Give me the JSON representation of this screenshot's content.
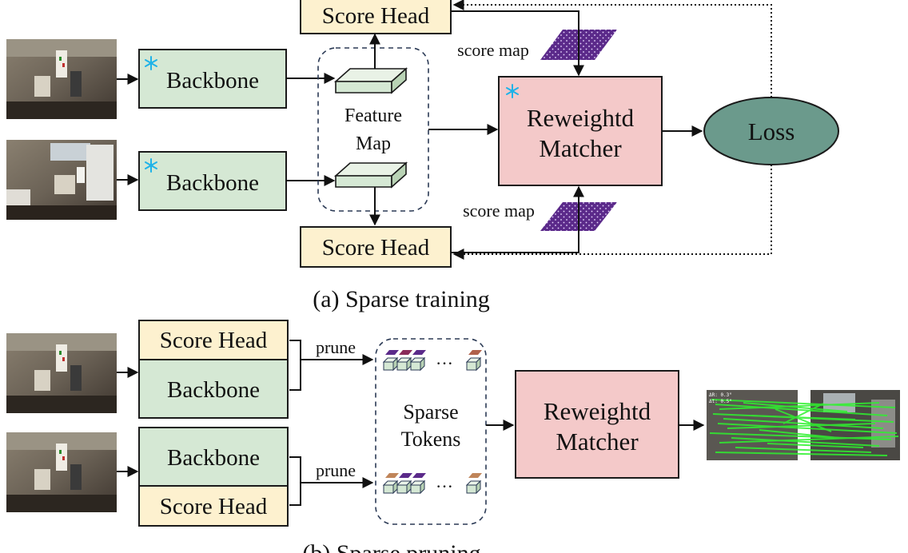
{
  "labels": {
    "backbone": "Backbone",
    "score_head": "Score Head",
    "feature_map_line1": "Feature",
    "feature_map_line2": "Map",
    "score_map": "score map",
    "matcher_line1": "Reweightd",
    "matcher_line2": "Matcher",
    "loss": "Loss",
    "prune": "prune",
    "sparse_line1": "Sparse",
    "sparse_line2": "Tokens",
    "ellipsis": "···",
    "match_overlay_a": "ΔR: 0.3°",
    "match_overlay_b": "Δt: 0.5°"
  },
  "captions": {
    "a": "(a) Sparse training",
    "b": "(b) Sparse pruning"
  },
  "colors": {
    "backbone": "#d5e8d4",
    "score_head": "#fdf1cf",
    "matcher": "#f4c9c9",
    "loss": "#6b9a8c",
    "score_map": "#5b2a8a",
    "frozen_icon": "#1fb3e8",
    "matches": "#2ef22e"
  },
  "icons": [
    "snowflake-icon",
    "room-image",
    "match-visualization"
  ]
}
